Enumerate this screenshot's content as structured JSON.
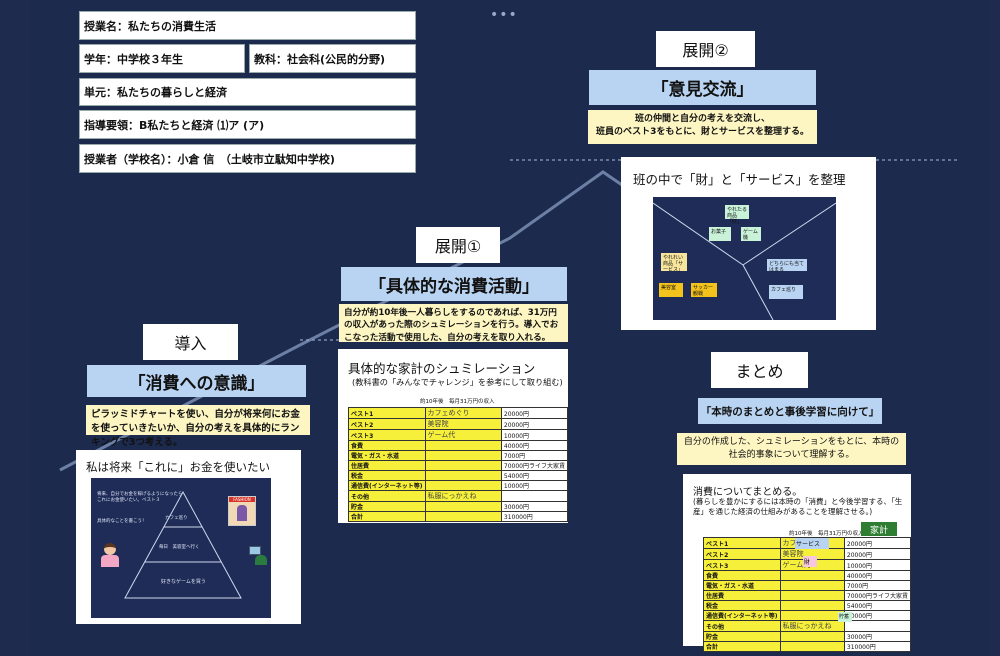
{
  "info": {
    "lesson": "授業名：私たちの消費生活",
    "grade": "学年：中学校３年生",
    "subject": "教科：社会科(公民的分野)",
    "unit": "単元：私たちの暮らしと経済",
    "guideline": "指導要領：B私たちと経済 ⑴ア (ア)",
    "teacher": "授業者（学校名）：小倉 信　（土岐市立駄知中学校)"
  },
  "intro": {
    "stage": "導入",
    "title": "「消費への意識」",
    "desc": "ピラッミドチャートを使い、自分が将来何にお金を使っていきたいか、自分の考えを具体的にランキングで3つ考える。",
    "card_title": "私は将来「これに」お金を使いたい",
    "slide_text1": "将来、自分でお金を稼げるようになったらこれにお金使いたい。ベスト３",
    "slide_text2": "具体的なことを書こう！",
    "pyramid_top": "カフェ巡り",
    "pyramid_mid": "毎日　美容室へ行く",
    "pyramid_bottom": "好きなゲームを買う",
    "fashion": "FASHION"
  },
  "dev1": {
    "stage": "展開①",
    "title": "「具体的な消費活動」",
    "desc": "自分が約10年後一人暮らしをするのであれば、31万円の収入があった際のシュミレーションを行う。導入でおこなった活動で使用した、自分の考えを取り入れる。",
    "card_title": "具体的な家計のシュミレーション",
    "card_sub": "(教科書の「みんなでチャレンジ」を参考にして取り組む)",
    "table_title": "約10年後　毎月31万円の収入"
  },
  "dev2": {
    "stage": "展開②",
    "title": "「意見交流」",
    "desc1": "班の仲間と自分の考えを交流し、",
    "desc2": "班員のベスト3をもとに、財とサービスを整理する。",
    "card_title": "班の中で「財」と「サービス」を整理",
    "notes": [
      "やれたる商品「財」",
      "お菓子",
      "ゲーム機",
      "やれれい商品「サービス」",
      "どちらにも当てはまる",
      "美容室",
      "サッカー観戦",
      "カフェ巡り"
    ]
  },
  "summary": {
    "stage": "まとめ",
    "title": "「本時のまとめと事後学習に向けて」",
    "desc": "自分の作成した、シュミレーションをもとに、本時の社会的事象について理解する。",
    "card_title": "消費についてまとめる。",
    "card_sub": "(暮らしを豊かにするには本時の「消費」と今後学習する、「生産」を通じた経済の仕組みがあることを理解させる。)",
    "table_title": "約10年後　毎月31万円の収入",
    "badge": "家計",
    "service_tag": "サービス",
    "goods_tag": "財",
    "savings_tag": "貯蓄"
  },
  "budget_rows": [
    {
      "k": "ベスト1",
      "v": "カフェめぐり",
      "n": "20000円"
    },
    {
      "k": "ベスト2",
      "v": "美容院",
      "n": "20000円"
    },
    {
      "k": "ベスト3",
      "v": "ゲーム代",
      "n": "10000円"
    },
    {
      "k": "食費",
      "v": "",
      "n": "40000円"
    },
    {
      "k": "電気・ガス・水道",
      "v": "",
      "n": "7000円"
    },
    {
      "k": "住居費",
      "v": "",
      "n": "70000円ライフ大家賃"
    },
    {
      "k": "税金",
      "v": "",
      "n": "54000円"
    },
    {
      "k": "通信費(インターネット等)",
      "v": "",
      "n": "10000円"
    },
    {
      "k": "その他",
      "v": "私服にっかえね",
      "n": ""
    },
    {
      "k": "貯金",
      "v": "",
      "n": "30000円"
    },
    {
      "k": "合計",
      "v": "",
      "n": "310000円"
    }
  ]
}
